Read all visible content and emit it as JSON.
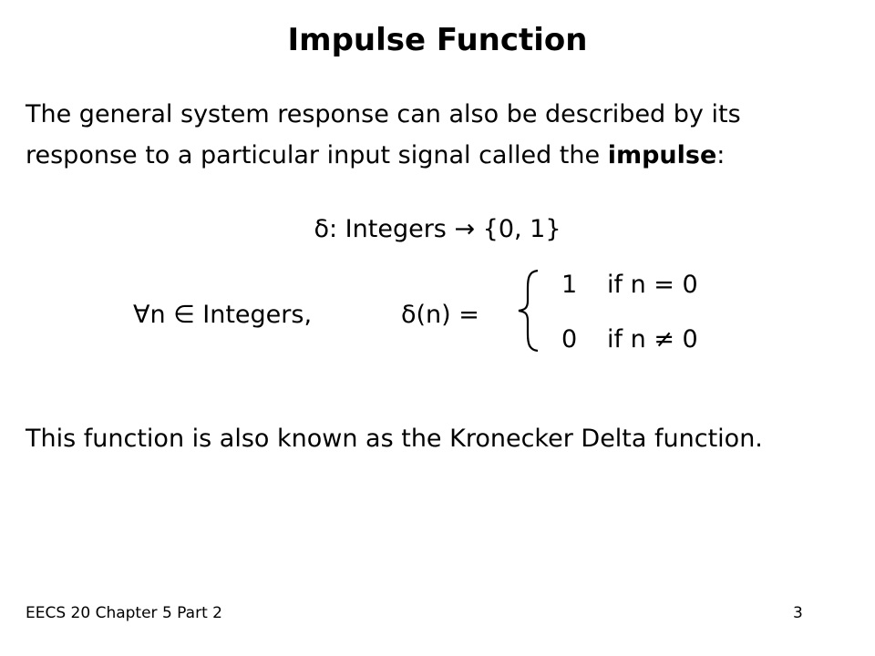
{
  "slide": {
    "title": "Impulse Function",
    "intro_before": "The general system response can also be described by its response to a particular input signal called the ",
    "intro_bold": "impulse",
    "intro_after": ":",
    "signature": "δ: Integers → {0, 1}",
    "quantifier": "∀n ∈ Integers,",
    "definition_lhs": "δ(n) =",
    "cases": [
      {
        "value": "1",
        "condition": "if n = 0"
      },
      {
        "value": "0",
        "condition": "if n ≠ 0"
      }
    ],
    "closing": "This function is also known as the Kronecker Delta function."
  },
  "footer": {
    "left": "EECS 20 Chapter 5 Part 2",
    "page_number": "3"
  }
}
